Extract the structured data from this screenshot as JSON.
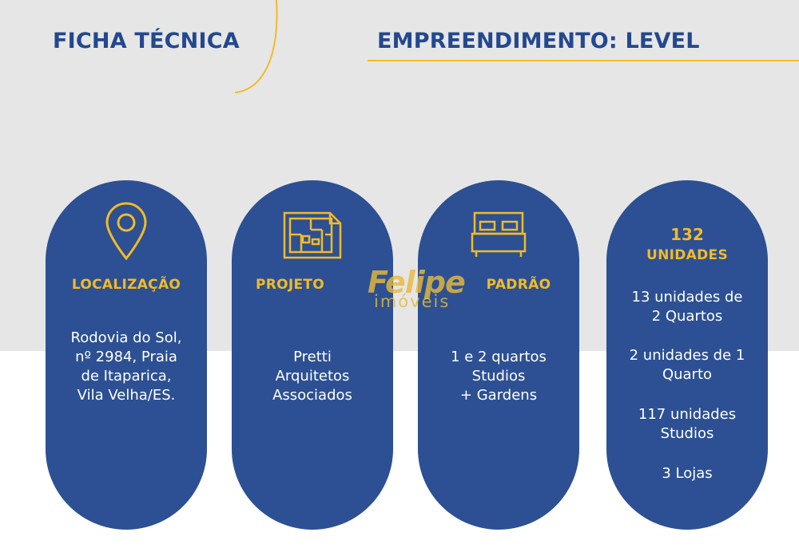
{
  "header": {
    "left_title": "FICHA TÉCNICA",
    "right_title": "EMPREENDIMENTO: LEVEL"
  },
  "colors": {
    "brand_blue": "#2c5093",
    "title_blue": "#23488f",
    "accent_gold": "#f2bb25",
    "background_gray": "#e6e6e6"
  },
  "cards": {
    "location": {
      "icon": "map-pin-icon",
      "heading": "LOCALIZAÇÃO",
      "lines": [
        "Rodovia do Sol,",
        "nº 2984, Praia",
        "de Itaparica,",
        "Vila Velha/ES."
      ]
    },
    "project": {
      "icon": "floor-plan-icon",
      "heading": "PROJETO",
      "lines": [
        "Pretti",
        "Arquitetos",
        "Associados"
      ]
    },
    "standard": {
      "icon": "bed-icon",
      "heading": "PADRÃO",
      "lines": [
        "1 e 2 quartos",
        "Studios",
        "+ Gardens"
      ]
    },
    "units": {
      "count": "132",
      "heading": "UNIDADES",
      "items": [
        {
          "lines": [
            "13 unidades de",
            "2 Quartos"
          ]
        },
        {
          "lines": [
            "2 unidades de 1",
            "Quarto"
          ]
        },
        {
          "lines": [
            "117 unidades",
            "Studios"
          ]
        },
        {
          "lines": [
            "3 Lojas"
          ]
        }
      ]
    }
  },
  "watermark": {
    "name": "Felipe",
    "sub": "imóveis"
  }
}
